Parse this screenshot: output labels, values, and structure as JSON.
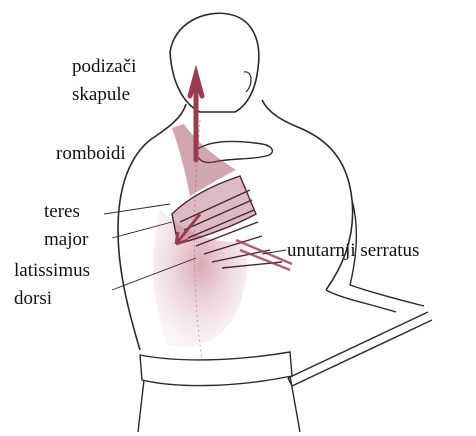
{
  "labels": {
    "levator_line1": "podizači",
    "levator_line2": "skapule",
    "rhomboids": "romboidi",
    "teres_line1": "teres",
    "teres_line2": "major",
    "latissimus_line1": "latissimus",
    "latissimus_line2": "dorsi",
    "serratus": "unutarnji serratus"
  },
  "colors": {
    "outline": "#2a2a2a",
    "muscle": "#9c3a52",
    "muscle_light": "#c98a98",
    "label_text": "#111111"
  }
}
